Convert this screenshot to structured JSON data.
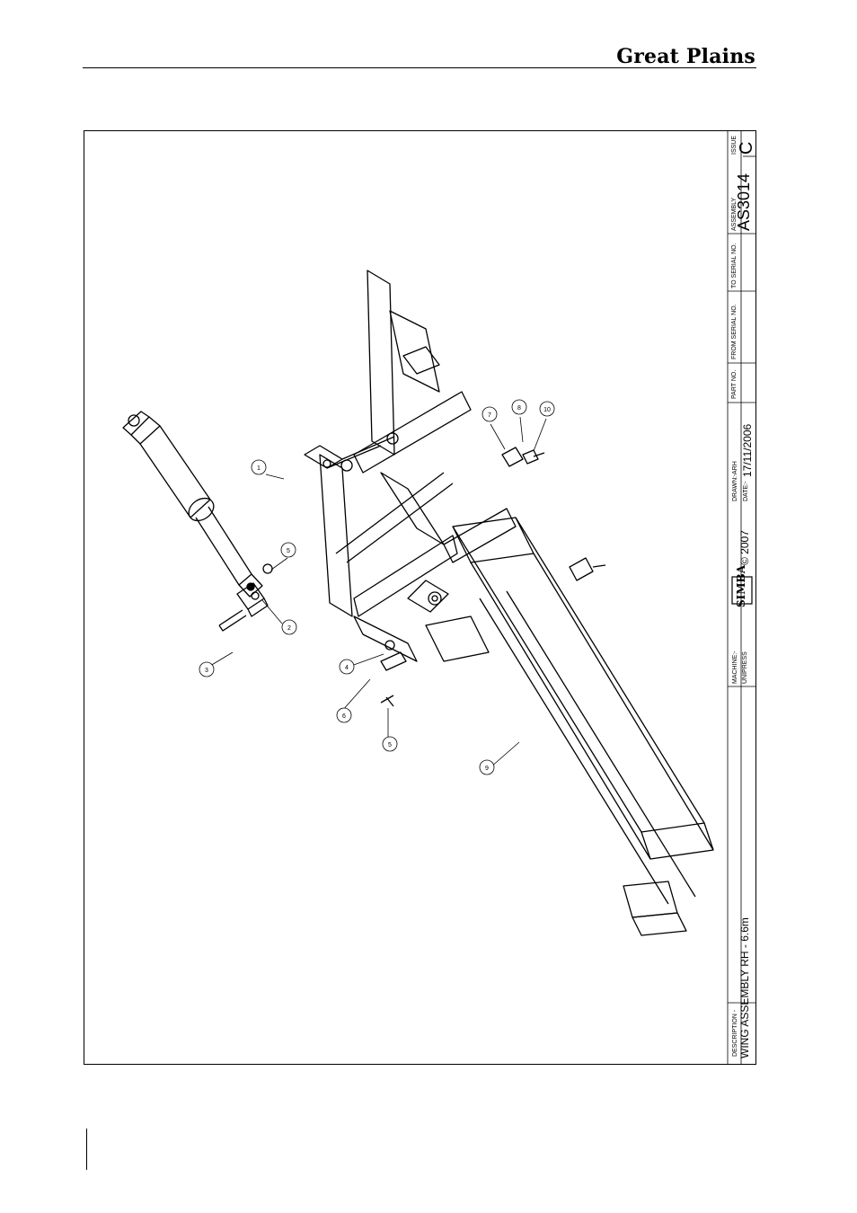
{
  "header": {
    "brand": "Great Plains"
  },
  "title_block": {
    "description_label": "DESCRIPTION -",
    "description": "WING ASSEMBLY RH - 6.6m",
    "machine_label": "MACHINE:-",
    "machine": "UNIPRESS",
    "logo_text": "SIMBA",
    "copyright": "© 2007",
    "drawn_label": "DRAWN:-",
    "drawn": "ARH",
    "date_label": "DATE:-",
    "date": "17/11/2006",
    "part_no_label": "PART NO.",
    "from_serial_label": "FROM SERIAL NO.",
    "to_serial_label": "TO SERIAL NO.",
    "assembly_label": "ASSEMBLY",
    "assembly": "AS3014",
    "issue_label": "ISSUE",
    "issue": "C"
  },
  "callouts": [
    "1",
    "2",
    "3",
    "4",
    "5",
    "6",
    "5",
    "7",
    "8",
    "9",
    "10"
  ]
}
